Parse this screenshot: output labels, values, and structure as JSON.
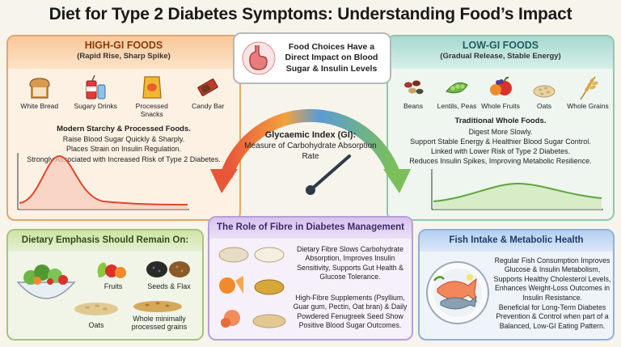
{
  "title": "Diet for Type 2 Diabetes Symptoms: Understanding Food’s Impact",
  "callout": "Food Choices Have a Direct Impact on Blood Sugar & Insulin Levels",
  "gauge": {
    "title": "Glycaemic Index (GI):",
    "subtitle": "Measure of Carbohydrate Absorption Rate",
    "colors": {
      "high": "#e8563a",
      "mid": "#f2c14e",
      "low": "#7bbf5a",
      "blue": "#5b9bd5"
    }
  },
  "high_gi": {
    "heading": "HIGH-GI FOODS",
    "subheading": "(Rapid Rise, Sharp Spike)",
    "foods": [
      {
        "label": "White Bread",
        "icon": "bread-icon"
      },
      {
        "label": "Sugary Drinks",
        "icon": "soda-icon"
      },
      {
        "label": "Processed Snacks",
        "icon": "chips-icon"
      },
      {
        "label": "Candy Bar",
        "icon": "candy-bar-icon"
      }
    ],
    "desc_title": "Modern Starchy & Processed Foods.",
    "desc_lines": [
      "Raise Blood Sugar Quickly & Sharply.",
      "Places Strain on Insulin Regulation.",
      "Strongly Associated with Increased Risk of Type 2 Diabetes."
    ],
    "color": "#e8563a"
  },
  "low_gi": {
    "heading": "LOW-GI FOODS",
    "subheading": "(Gradual Release, Stable Energy)",
    "foods": [
      {
        "label": "Beans",
        "icon": "beans-icon"
      },
      {
        "label": "Lentils, Peas",
        "icon": "peas-icon"
      },
      {
        "label": "Whole Fruits",
        "icon": "fruits-icon"
      },
      {
        "label": "Oats",
        "icon": "oats-icon"
      },
      {
        "label": "Whole Grains",
        "icon": "wheat-icon"
      }
    ],
    "desc_title": "Traditional Whole Foods.",
    "desc_lines": [
      "Digest More Slowly.",
      "Support Stable Energy & Healthier Blood Sugar Control.",
      "Linked with Lower Risk of Type 2 Diabetes.",
      "Reduces Insulin Spikes, Improving Metabolic Resilience."
    ],
    "color": "#7bbf5a"
  },
  "emphasis": {
    "heading": "Dietary Emphasis Should Remain On:",
    "items": [
      "Fruits",
      "Seeds & Flax",
      "Oats",
      "Whole minimally processed grains"
    ]
  },
  "fibre": {
    "heading": "The Role of Fibre in Diabetes Management",
    "para1": "Dietary Fibre Slows Carbohydrate Absorption, Improves Insulin Sensitivity, Supports Gut Health & Glucose Tolerance.",
    "para2": "High-Fibre Supplements (Psyllium, Guar gum, Pectin, Oat bran) & Daily Powdered Fenugreek Seed Show Positive Blood Sugar Outcomes."
  },
  "fish": {
    "heading": "Fish Intake & Metabolic Health",
    "para1": "Regular Fish Consumption Improves Glucose & Insulin Metabolism, Supports Healthy Cholesterol Levels, Enhances Weight-Loss Outcomes in Insulin Resistance.",
    "para2": "Beneficial for Long-Term Diabetes Prevention & Control when part of a Balanced, Low-GI Eating Pattern."
  }
}
